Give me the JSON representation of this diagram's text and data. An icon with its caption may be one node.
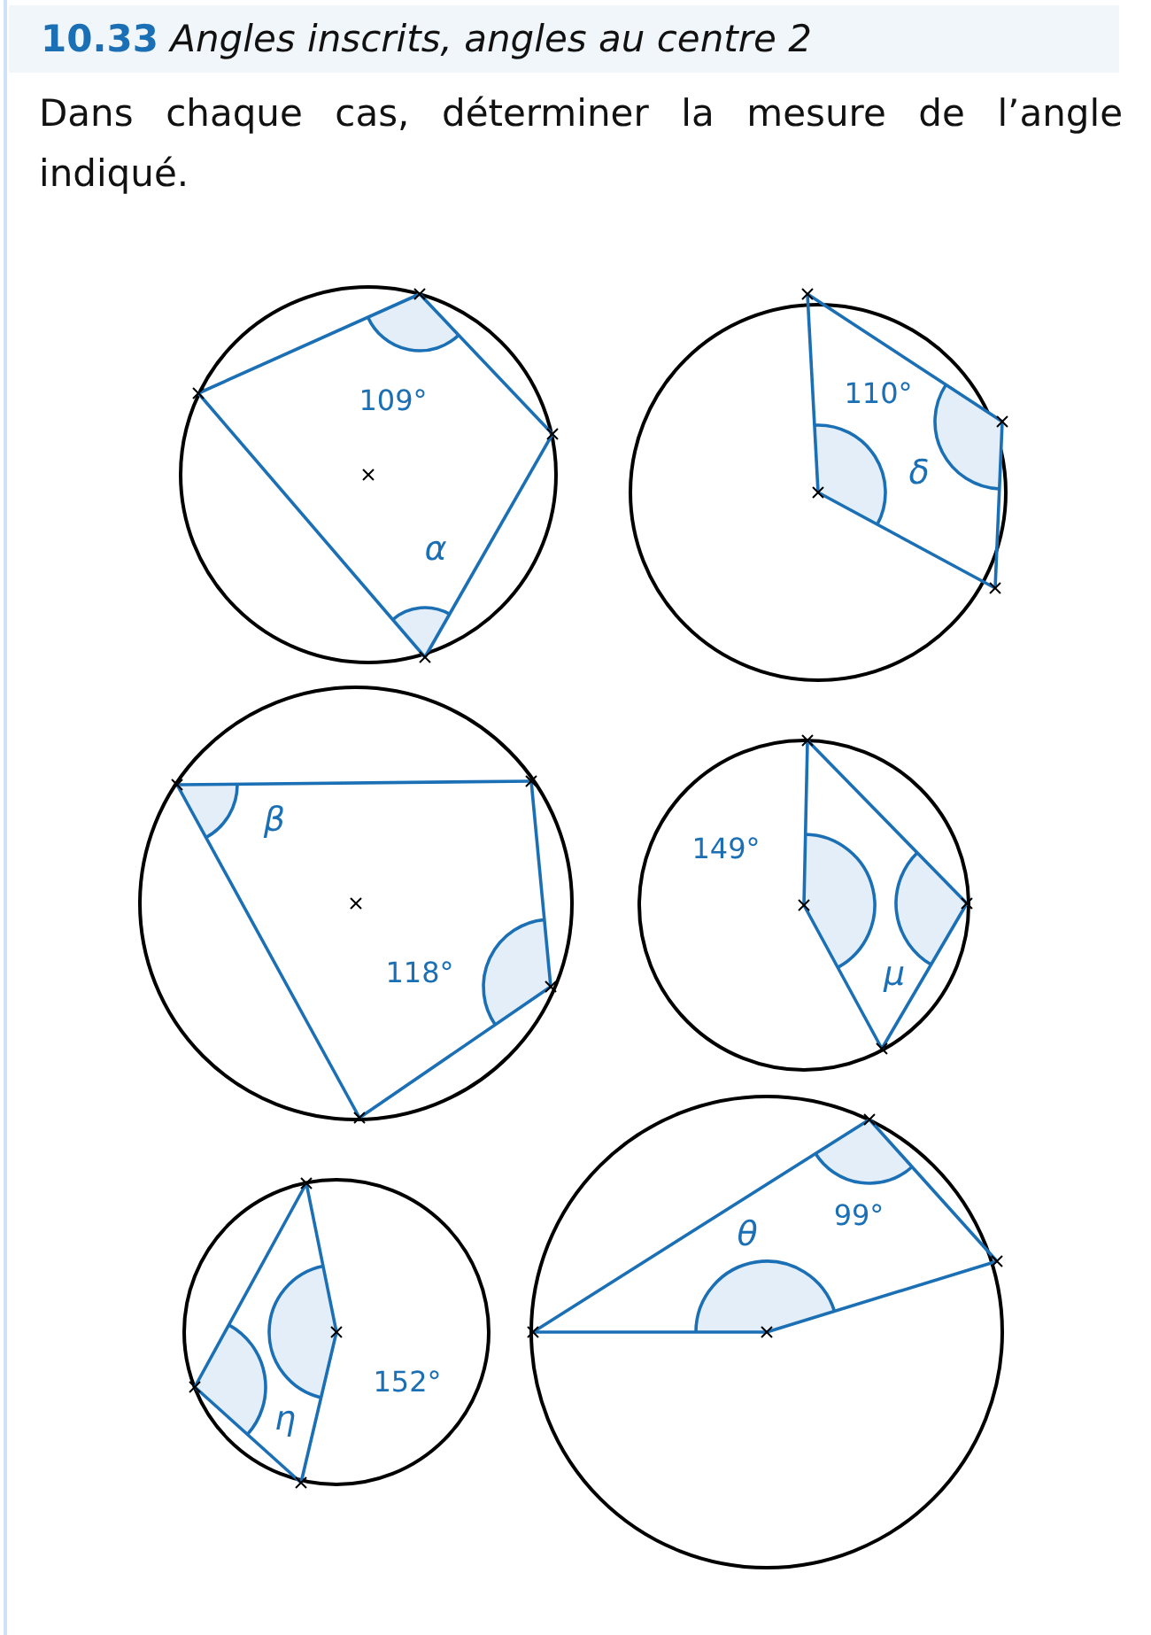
{
  "diagram": {
    "title": "**10.33** *Angles inscrits, angles au centre 2*",
    "labels": [
      "Dans chaque cas, déterminer la mesure de l’angle indiqué.",
      "109°",
      "α",
      "110°",
      "δ",
      "β",
      "118°",
      "149°",
      "μ",
      "θ",
      "99°",
      "η",
      "152°"
    ]
  }
}
